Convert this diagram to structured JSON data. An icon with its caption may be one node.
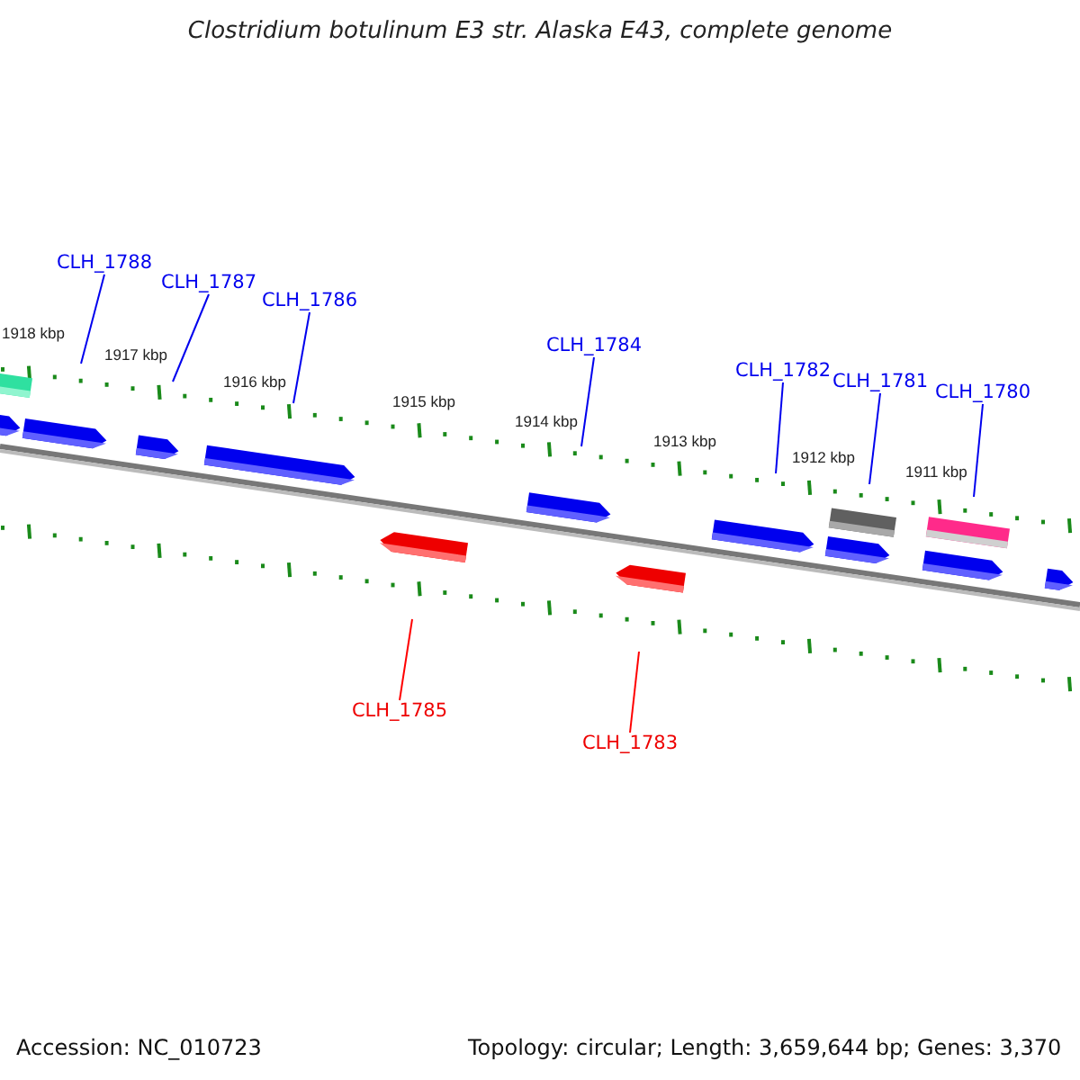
{
  "diagram": {
    "title": "Clostridium botulinum E3 str. Alaska E43, complete genome",
    "nodes": [
      {
        "text": [
          "CLH_1788"
        ]
      },
      {
        "text": [
          "CLH_1787"
        ]
      },
      {
        "text": [
          "CLH_1786"
        ]
      },
      {
        "text": [
          "CLH_1784"
        ]
      },
      {
        "text": [
          "CLH_1782"
        ]
      },
      {
        "text": [
          "CLH_1781"
        ]
      },
      {
        "text": [
          "CLH_1780"
        ]
      },
      {
        "text": [
          "CLH_1785"
        ]
      },
      {
        "text": [
          "CLH_1783"
        ]
      }
    ],
    "edges": [
      {
        "from": 0,
        "to": null,
        "arrow": "none"
      },
      {
        "from": 1,
        "to": null,
        "arrow": "none"
      },
      {
        "from": 2,
        "to": null,
        "arrow": "none"
      },
      {
        "from": 3,
        "to": null,
        "arrow": "none"
      },
      {
        "from": 4,
        "to": null,
        "arrow": "none"
      },
      {
        "from": 5,
        "to": null,
        "arrow": "none"
      },
      {
        "from": 6,
        "to": null,
        "arrow": "none"
      },
      {
        "from": 7,
        "to": null,
        "arrow": "none",
        "color": "#ff0000"
      },
      {
        "from": 8,
        "to": null,
        "arrow": "none",
        "color": "#ff0000"
      }
    ],
    "labels": [
      "1918 kbp",
      "1917 kbp",
      "1916 kbp",
      "1915 kbp",
      "1914 kbp",
      "1913 kbp",
      "1912 kbp",
      "1911 kbp",
      "Accession: NC_010723",
      "Topology: circular; Length: 3,659,644 bp; Genes: 3,370"
    ]
  }
}
